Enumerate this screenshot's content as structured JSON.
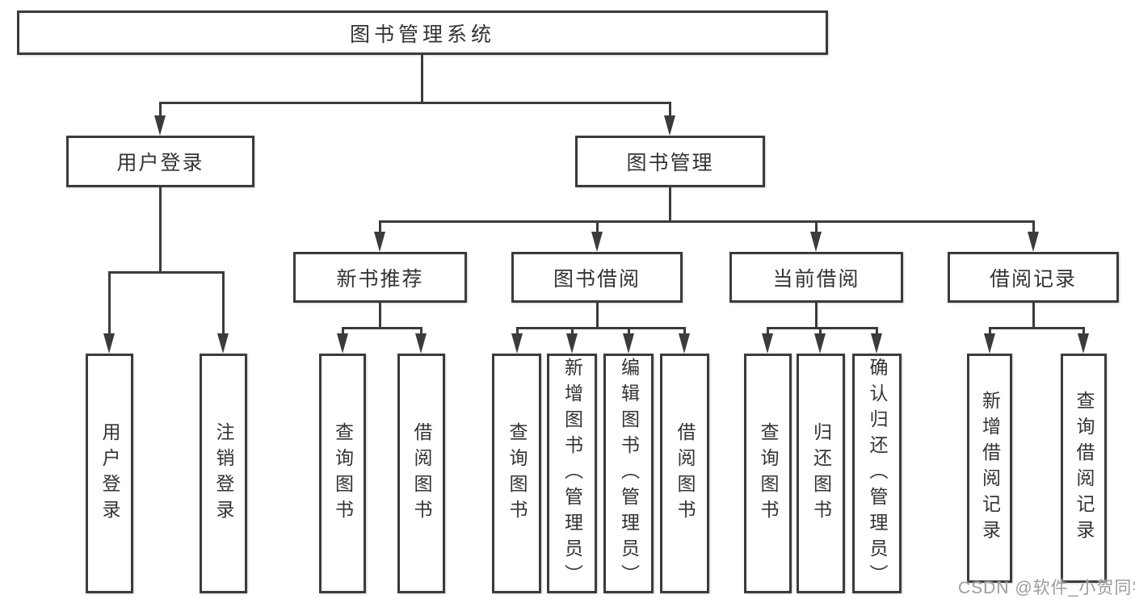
{
  "diagram": {
    "type": "tree",
    "root": {
      "label": "图书管理系统"
    },
    "level2": [
      {
        "label": "用户登录"
      },
      {
        "label": "图书管理"
      }
    ],
    "level3": [
      {
        "label": "新书推荐"
      },
      {
        "label": "图书借阅"
      },
      {
        "label": "当前借阅"
      },
      {
        "label": "借阅记录"
      }
    ],
    "leaves": {
      "user_login": [
        "用户登录",
        "注销登录"
      ],
      "new_book_recommend": [
        "查询图书",
        "借阅图书"
      ],
      "book_borrow": [
        "查询图书",
        "新增图书（管理员）",
        "编辑图书（管理员）",
        "借阅图书"
      ],
      "current_borrow": [
        "查询图书",
        "归还图书",
        "确认归还（管理员）"
      ],
      "borrow_records": [
        "新增借阅记录",
        "查询借阅记录"
      ]
    }
  },
  "watermark": {
    "text": "CSDN @软件_小贺同学"
  },
  "colors": {
    "line": "#3b3b3b",
    "box_border": "#3b3b3b",
    "text": "#333333",
    "watermark": "#9b9b9b",
    "background": "#ffffff"
  }
}
